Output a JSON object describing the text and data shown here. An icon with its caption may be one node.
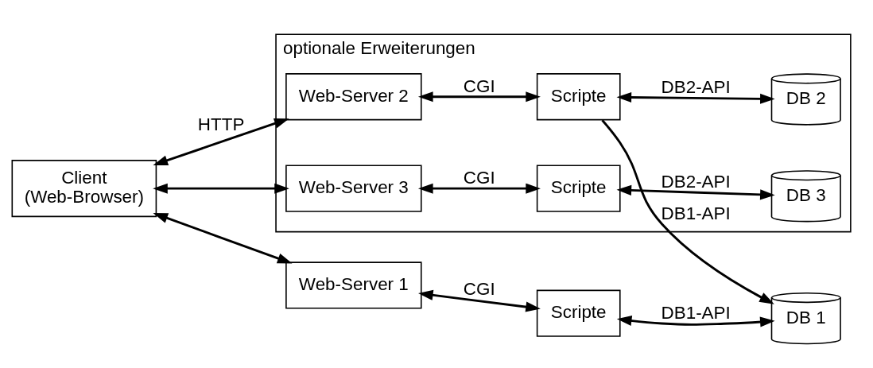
{
  "diagram": {
    "nodes": [
      {
        "text": [
          "Client",
          "(Web-Browser)"
        ]
      },
      {
        "text": [
          "Web-Server 1"
        ]
      },
      {
        "text": [
          "Scripte"
        ]
      },
      {
        "text": [
          "DB 1"
        ]
      },
      {
        "text": [
          "optionale Erweiterungen"
        ]
      },
      {
        "text": [
          "Web-Server 2"
        ],
        "in": 4
      },
      {
        "text": [
          "Scripte"
        ],
        "in": 4
      },
      {
        "text": [
          "DB 2"
        ],
        "in": 4
      },
      {
        "text": [
          "Web-Server 3"
        ],
        "in": 4
      },
      {
        "text": [
          "Scripte"
        ],
        "in": 4
      },
      {
        "text": [
          "DB 3"
        ],
        "in": 4
      }
    ],
    "edges": [
      {
        "from": 0,
        "to": 1,
        "arrow": "both"
      },
      {
        "from": 1,
        "to": 2,
        "arrow": "both",
        "label": "CGI"
      },
      {
        "from": 2,
        "to": 3,
        "arrow": "both",
        "label": "DB1-API"
      },
      {
        "from": 0,
        "to": 5,
        "arrow": "both",
        "label": "HTTP"
      },
      {
        "from": 0,
        "to": 8,
        "arrow": "both"
      },
      {
        "from": 5,
        "to": 6,
        "arrow": "both",
        "label": "CGI"
      },
      {
        "from": 6,
        "to": 3,
        "arrow": "to",
        "label": "DB1-API"
      },
      {
        "from": 6,
        "to": 7,
        "arrow": "both",
        "label": "DB2-API"
      },
      {
        "from": 8,
        "to": 9,
        "arrow": "both",
        "label": "CGI"
      },
      {
        "from": 9,
        "to": 10,
        "arrow": "both",
        "label": "DB2-API"
      }
    ]
  }
}
